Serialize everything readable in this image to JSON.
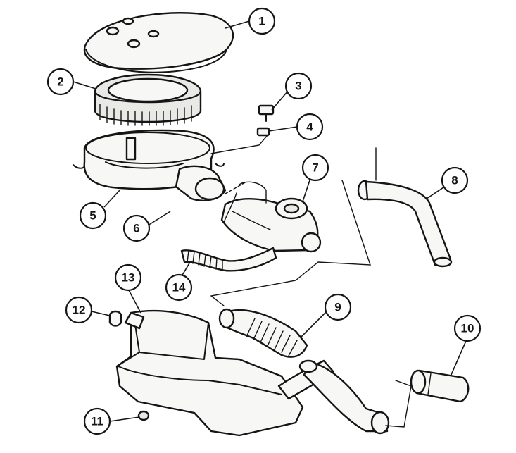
{
  "callouts": [
    {
      "number": "1"
    },
    {
      "number": "2"
    },
    {
      "number": "3"
    },
    {
      "number": "4"
    },
    {
      "number": "5"
    },
    {
      "number": "6"
    },
    {
      "number": "7"
    },
    {
      "number": "8"
    },
    {
      "number": "9"
    },
    {
      "number": "10"
    },
    {
      "number": "11"
    },
    {
      "number": "12"
    },
    {
      "number": "13"
    },
    {
      "number": "14"
    }
  ],
  "colors": {
    "ink": "#151515",
    "paper": "#ffffff"
  }
}
